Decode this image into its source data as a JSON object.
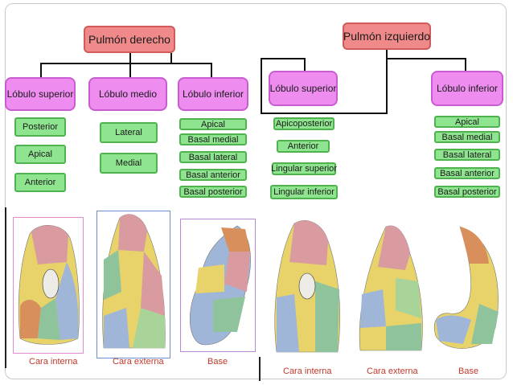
{
  "right_lung": {
    "title": "Pulmón derecho",
    "lobes": [
      {
        "label": "Lóbulo superior",
        "segments": [
          "Posterior",
          "Apical",
          "Anterior"
        ]
      },
      {
        "label": "Lóbulo medio",
        "segments": [
          "Lateral",
          "Medial"
        ]
      },
      {
        "label": "Lóbulo inferior",
        "segments": [
          "Apical",
          "Basal medial",
          "Basal lateral",
          "Basal anterior",
          "Basal posterior"
        ]
      }
    ],
    "views": [
      "Cara interna",
      "Cara externa",
      "Base"
    ]
  },
  "left_lung": {
    "title": "Pulmón izquierdo",
    "lobes": [
      {
        "label": "Lóbulo superior",
        "segments": [
          "Apicoposterior",
          "Anterior",
          "Lingular superior",
          "Lingular inferior"
        ]
      },
      {
        "label": "Lóbulo inferior",
        "segments": [
          "Apical",
          "Basal medial",
          "Basal lateral",
          "Basal anterior",
          "Basal posterior"
        ]
      }
    ],
    "views": [
      "Cara interna",
      "Cara externa",
      "Base"
    ]
  },
  "colors": {
    "title_fill": "#f08a8a",
    "lobe_fill": "#ee8cf0",
    "segment_fill": "#8fe58f",
    "caption_text": "#c0392b"
  }
}
